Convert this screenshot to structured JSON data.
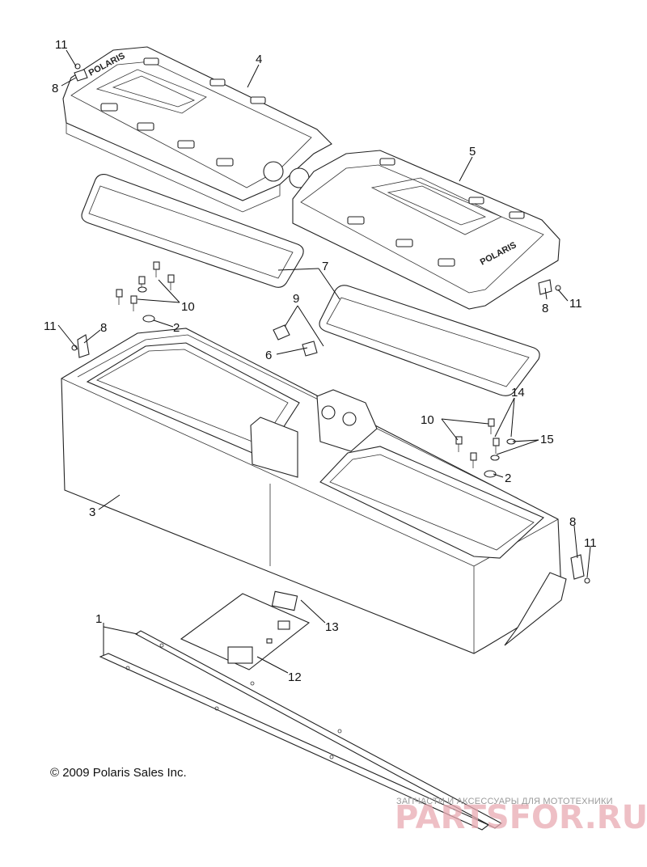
{
  "diagram": {
    "callouts": [
      "11",
      "8",
      "4",
      "5",
      "7",
      "10",
      "2",
      "11",
      "8",
      "9",
      "6",
      "3",
      "10",
      "14",
      "15",
      "2",
      "8",
      "11",
      "1",
      "13",
      "12",
      "8",
      "11"
    ],
    "copyright": "© 2009 Polaris Sales Inc.",
    "watermark_caption": "ЗАПЧАСТИ И АКСЕССУАРЫ ДЛЯ МОТОТЕХНИКИ",
    "watermark_logo": "PARTSFOR.RU",
    "logo_text": "POLARIS"
  }
}
